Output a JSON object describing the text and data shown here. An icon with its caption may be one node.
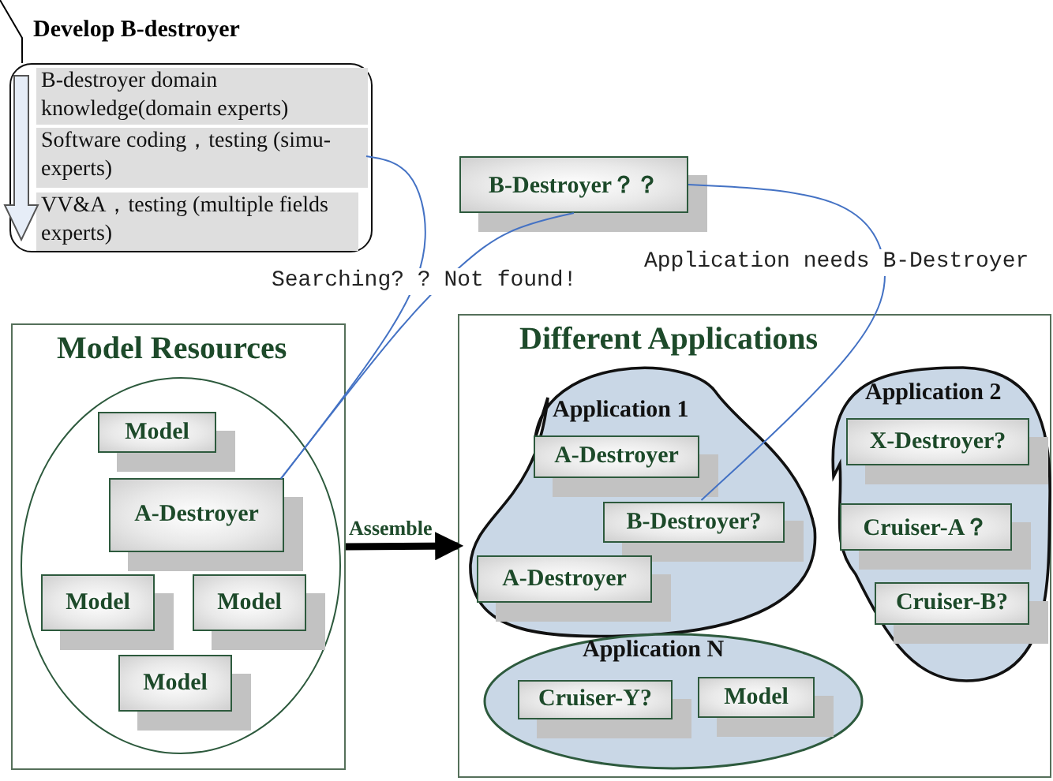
{
  "diagram": {
    "nodes": [
      {
        "text": [
          "Develop B-destroyer"
        ]
      },
      {
        "text": [
          "B-destroyer domain knowledge(domain experts)"
        ],
        "in": 0
      },
      {
        "text": [
          "Software coding，testing (simu- experts)"
        ],
        "in": 0
      },
      {
        "text": [
          "VV&A，testing (multiple fields experts)"
        ],
        "in": 0
      },
      {
        "text": [
          "B-Destroyer？？"
        ]
      },
      {
        "text": [
          "Model Resources"
        ]
      },
      {
        "text": [],
        "shape": "ellipse",
        "in": 5
      },
      {
        "text": [
          "Model"
        ],
        "in": 6
      },
      {
        "text": [
          "A-Destroyer"
        ],
        "in": 6
      },
      {
        "text": [
          "Model"
        ],
        "in": 6
      },
      {
        "text": [
          "Model"
        ],
        "in": 6
      },
      {
        "text": [
          "Model"
        ],
        "in": 6
      },
      {
        "text": [
          "Different Applications"
        ]
      },
      {
        "text": [
          "Application 1"
        ],
        "in": 12
      },
      {
        "text": [
          "A-Destroyer"
        ],
        "in": 13
      },
      {
        "text": [
          "B-Destroyer?"
        ],
        "in": 13
      },
      {
        "text": [
          "A-Destroyer"
        ],
        "in": 13
      },
      {
        "text": [
          "Application 2"
        ],
        "in": 12
      },
      {
        "text": [
          "X-Destroyer?"
        ],
        "in": 17
      },
      {
        "text": [
          "Cruiser-A？"
        ],
        "in": 17
      },
      {
        "text": [
          "Cruiser-B?"
        ],
        "in": 17
      },
      {
        "text": [
          "Application N"
        ],
        "in": 12
      },
      {
        "text": [
          "Cruiser-Y?"
        ],
        "in": 21
      },
      {
        "text": [
          "Model"
        ],
        "in": 21
      }
    ],
    "edges": [
      {
        "from": null,
        "to": 0,
        "arrow": "none",
        "color": "#000000"
      },
      {
        "from": 1,
        "to": 3,
        "arrow": "to",
        "color": "#555555"
      },
      {
        "from": 2,
        "to": 8,
        "arrow": "none",
        "label": "Searching? ? Not found!"
      },
      {
        "from": 4,
        "to": 8,
        "arrow": "none"
      },
      {
        "from": 4,
        "to": 15,
        "arrow": "none",
        "label": "Application needs B-Destroyer"
      },
      {
        "from": 5,
        "to": 12,
        "arrow": "to",
        "label": "Assemble",
        "style": "thick",
        "color": "#000000"
      }
    ]
  }
}
